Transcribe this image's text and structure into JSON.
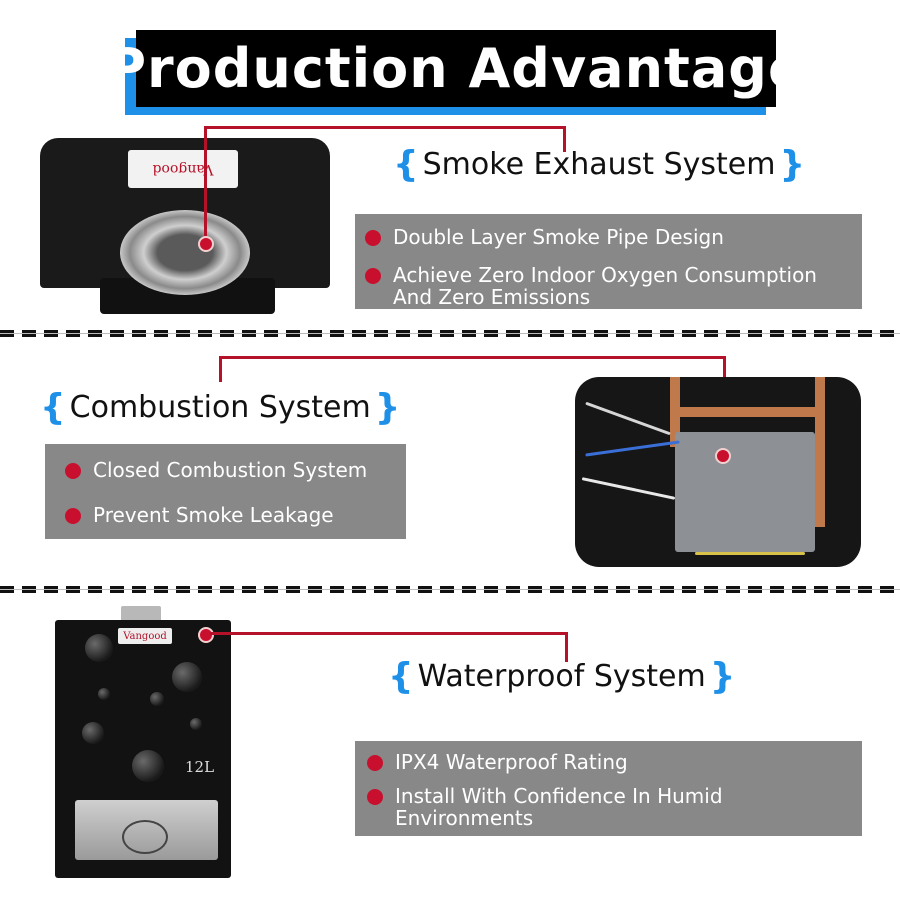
{
  "title": "Production Advantage",
  "colors": {
    "accent": "#1e90e8",
    "bullet": "#c8102e",
    "panel": "#888888"
  },
  "sections": [
    {
      "heading": "Smoke Exhaust System",
      "features": [
        "Double Layer Smoke Pipe Design",
        "Achieve Zero Indoor Oxygen Consumption And Zero Emissions"
      ],
      "image_icon": "smoke-exhaust-pipe-photo"
    },
    {
      "heading": "Combustion System",
      "features": [
        "Closed Combustion System",
        "Prevent Smoke Leakage"
      ],
      "image_icon": "combustion-chamber-photo"
    },
    {
      "heading": "Waterproof System",
      "features": [
        "IPX4 Waterproof Rating",
        "Install With Confidence In Humid Environments"
      ],
      "image_icon": "water-heater-photo"
    }
  ],
  "product": {
    "brand_mark": "Vangood",
    "capacity": "12L"
  }
}
